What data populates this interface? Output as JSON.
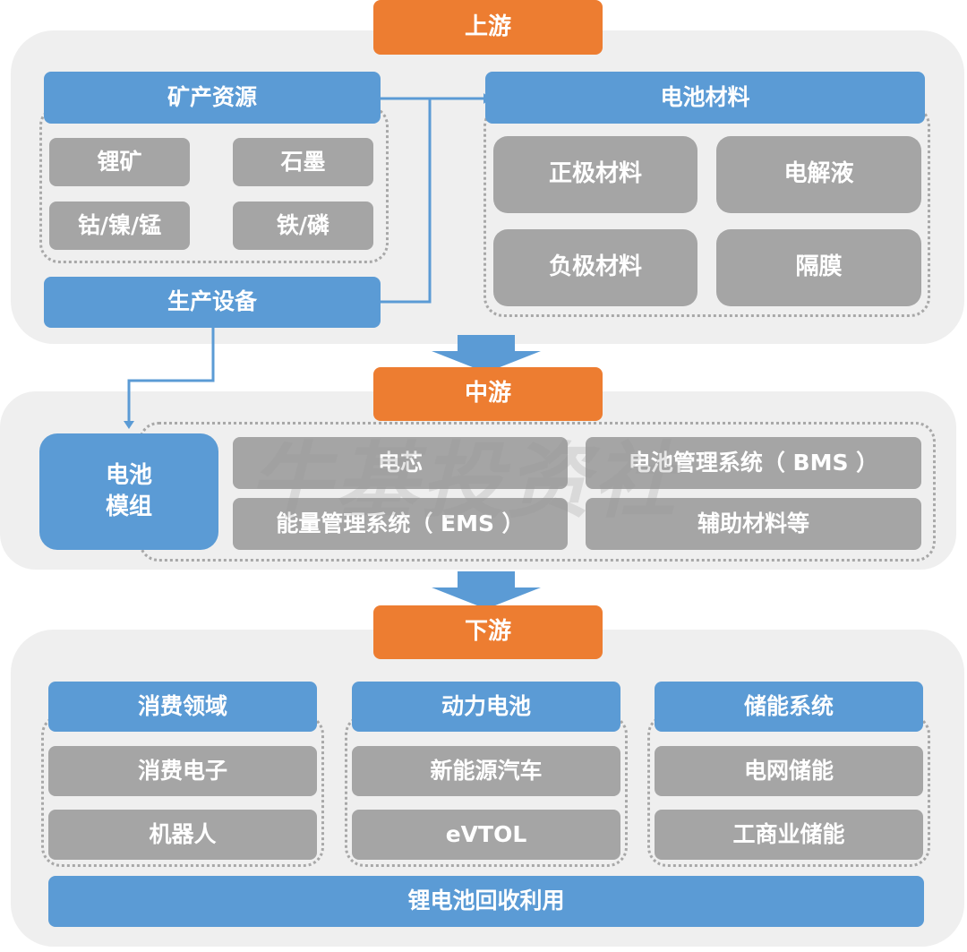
{
  "upstream": {
    "stage_label": "上游",
    "mineral_resources": {
      "title": "矿产资源",
      "items": [
        "锂矿",
        "石墨",
        "钴/镍/锰",
        "铁/磷"
      ]
    },
    "production_equipment": "生产设备",
    "battery_materials": {
      "title": "电池材料",
      "items": [
        "正极材料",
        "电解液",
        "负极材料",
        "隔膜"
      ]
    }
  },
  "midstream": {
    "stage_label": "中游",
    "battery_module": "电池\n模组",
    "components": [
      "电芯",
      "电池管理系统（ BMS ）",
      "能量管理系统（ EMS ）",
      "辅助材料等"
    ]
  },
  "downstream": {
    "stage_label": "下游",
    "columns": [
      {
        "title": "消费领域",
        "items": [
          "消费电子",
          "机器人"
        ]
      },
      {
        "title": "动力电池",
        "items": [
          "新能源汽车",
          "eVTOL"
        ]
      },
      {
        "title": "储能系统",
        "items": [
          "电网储能",
          "工商业储能"
        ]
      }
    ],
    "recycling": "锂电池回收利用"
  },
  "watermark": "牛基投资社",
  "colors": {
    "stage": "#ed7d31",
    "category": "#5b9bd5",
    "item": "#a5a5a5",
    "panel": "#efefef",
    "connector": "#5b9bd5"
  }
}
